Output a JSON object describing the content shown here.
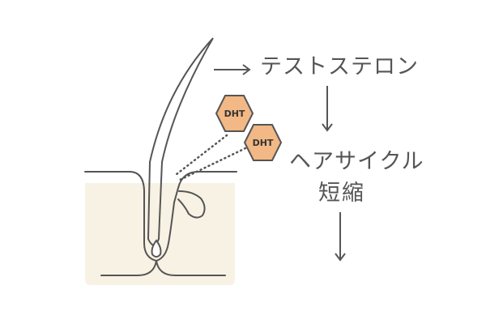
{
  "molecule_label_1": "DHT",
  "molecule_label_2": "DHT",
  "testosterone_label": "テストステロン",
  "effect_label_line1": "ヘアサイクル",
  "effect_label_line2": "短縮",
  "colors": {
    "line": "#555555",
    "hexagon_fill": "#f2b885",
    "skin_fill": "#f7f2e4",
    "text": "#555555"
  }
}
